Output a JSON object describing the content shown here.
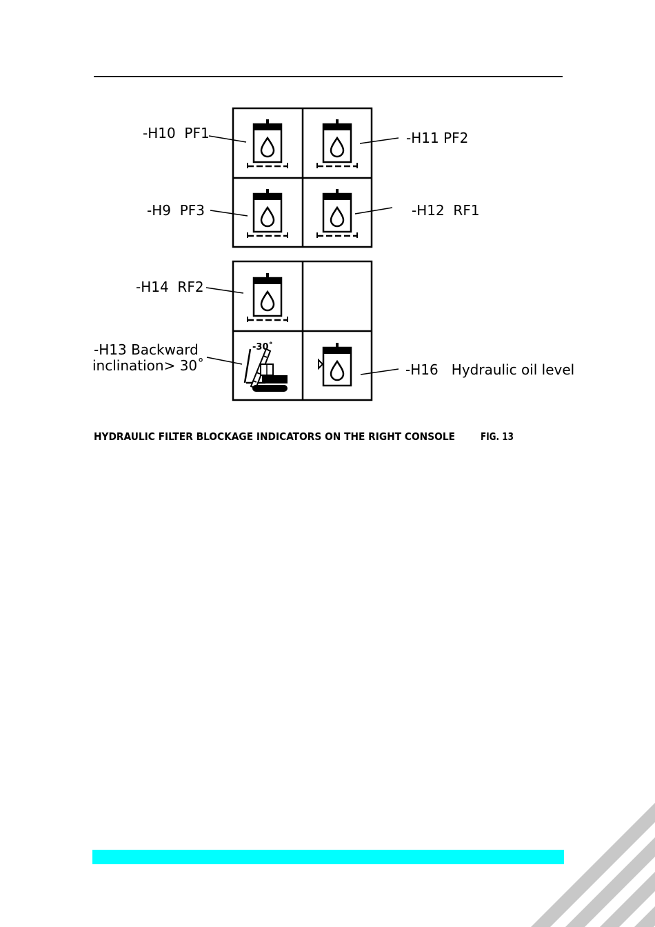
{
  "callouts": {
    "h10": "-H10  PF1",
    "h11": "-H11 PF2",
    "h9": "-H9  PF3",
    "h12": "-H12  RF1",
    "h14": "-H14  RF2",
    "h13_line1": "-H13 Backward",
    "h13_line2": "inclination> 30˚",
    "h16": "-H16   Hydraulic oil level"
  },
  "icons": {
    "filter": "hydraulic-filter-icon",
    "inclination": "backward-inclination-icon",
    "oil_level": "hydraulic-oil-level-icon",
    "angle_label": "-30˚"
  },
  "caption": {
    "title": "HYDRAULIC FILTER BLOCKAGE INDICATORS ON THE RIGHT CONSOLE",
    "fig": "FIG. 13"
  },
  "colors": {
    "line": "#000000",
    "footer_bar": "#00ffff",
    "stripes": "#c8c8c8"
  }
}
